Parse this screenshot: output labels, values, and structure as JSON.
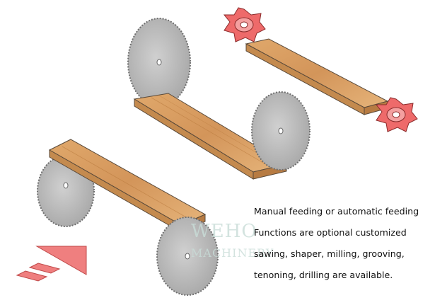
{
  "caption_lines": [
    "Manual  feeding or automatic feeding",
    "Functions are optional customized",
    "sawing, shaper, milling, grooving,",
    "tenoning, drilling are available."
  ],
  "watermark": {
    "line1": "WEHO",
    "line2": "MACHINERY"
  },
  "colors": {
    "blade": "#bdbdbd",
    "blade_edge": "#6f6f6f",
    "wood": "#d9a063",
    "wood_grain": "#b97a3d",
    "cutter": "#ee6a6a",
    "arrow": "#ef7f7f"
  }
}
